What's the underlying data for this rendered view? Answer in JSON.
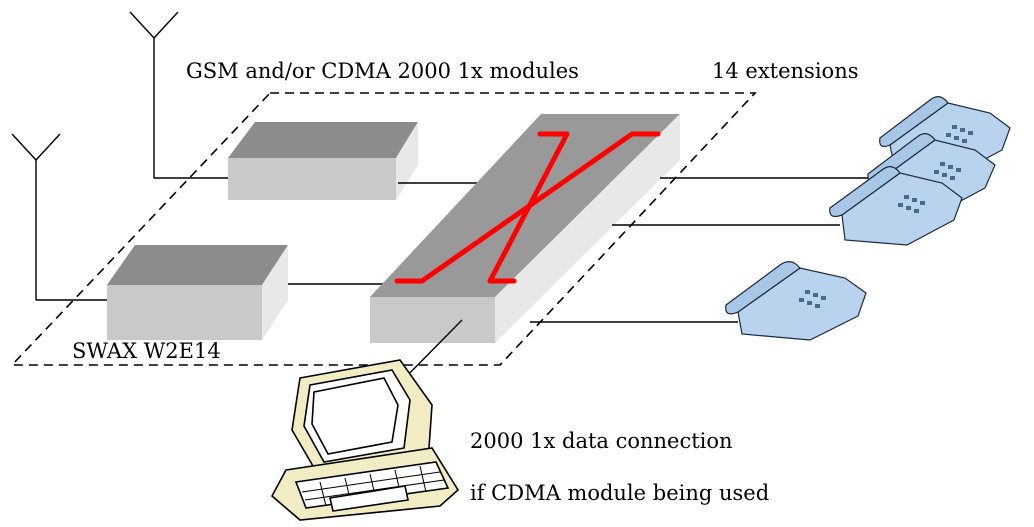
{
  "labels": {
    "modules": "GSM and/or CDMA 2000 1x modules",
    "extensions": "14 extensions",
    "device": "SWAX W2E14",
    "data_line1": "2000 1x data connection",
    "data_line2": "if CDMA module being used"
  },
  "colors": {
    "box_top": "#8c8c8c",
    "box_front": "#c9c9c9",
    "box_side": "#e8e8e8",
    "switch_top": "#999999",
    "crossover": "#ff0000",
    "phone": "#b9d3ee",
    "computer": "#f2ecc4"
  },
  "icons": [
    "antenna-icon",
    "telephone-icon",
    "computer-icon"
  ]
}
